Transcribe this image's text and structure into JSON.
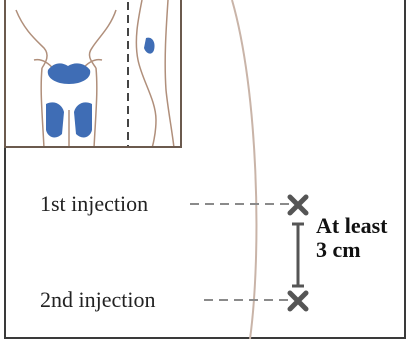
{
  "labels": {
    "first_injection": "1st injection",
    "second_injection": "2nd injection"
  },
  "distance": {
    "line1": "At least",
    "line2": "3 cm"
  },
  "icons": {
    "site_marker": "x-mark-icon",
    "thumbnail": "body-injection-sites-icon"
  },
  "colors": {
    "injection_area": "#3f6db5",
    "outline": "#b08f7b",
    "marker": "#555555",
    "guide_line": "#8a8a8a"
  }
}
